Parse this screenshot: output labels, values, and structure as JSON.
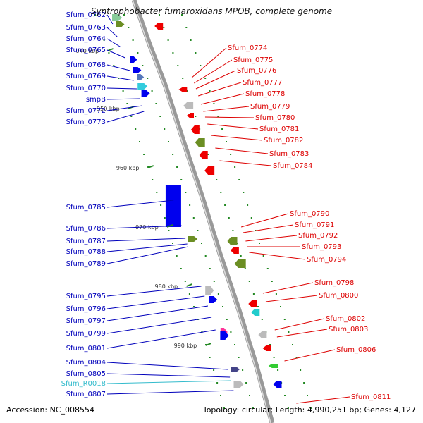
{
  "title": "Syntrophobacter fumaroxidans MPOB, complete genome",
  "accession_label": "Accession: NC_008554",
  "summary_label": "Topology: circular; Length: 4,990,251 bp; Genes: 4,127",
  "colors": {
    "forward_label": "#0000bb",
    "reverse_label": "#dd0000",
    "rna_label": "#33bbcc",
    "forward_gene": "#0000ee",
    "reverse_gene": "#ee0000",
    "backbone": "#999999",
    "tick": "#228822",
    "other_gene": "#6b8e23",
    "pseudo_gene": "#bbbbbb",
    "rna_gene": "#ff3399"
  },
  "kbp_ticks": [
    "940 kbp",
    "950 kbp",
    "960 kbp",
    "970 kbp",
    "980 kbp",
    "990 kbp"
  ],
  "left_labels": [
    "Sfum_0762",
    "Sfum_0763",
    "Sfum_0764",
    "Sfum_0765",
    "Sfum_0768",
    "Sfum_0769",
    "Sfum_0770",
    "smpB",
    "Sfum_0772",
    "Sfum_0773",
    "Sfum_0785",
    "Sfum_0786",
    "Sfum_0787",
    "Sfum_0788",
    "Sfum_0789",
    "Sfum_0795",
    "Sfum_0796",
    "Sfum_0797",
    "Sfum_0799",
    "Sfum_0801",
    "Sfum_0804",
    "Sfum_0805",
    "Sfum_R0018",
    "Sfum_0807"
  ],
  "right_labels": [
    "Sfum_0774",
    "Sfum_0775",
    "Sfum_0776",
    "Sfum_0777",
    "Sfum_0778",
    "Sfum_0779",
    "Sfum_0780",
    "Sfum_0781",
    "Sfum_0782",
    "Sfum_0783",
    "Sfum_0784",
    "Sfum_0790",
    "Sfum_0791",
    "Sfum_0792",
    "Sfum_0793",
    "Sfum_0794",
    "Sfum_0798",
    "Sfum_0800",
    "Sfum_0802",
    "Sfum_0803",
    "Sfum_0806",
    "Sfum_0811"
  ]
}
